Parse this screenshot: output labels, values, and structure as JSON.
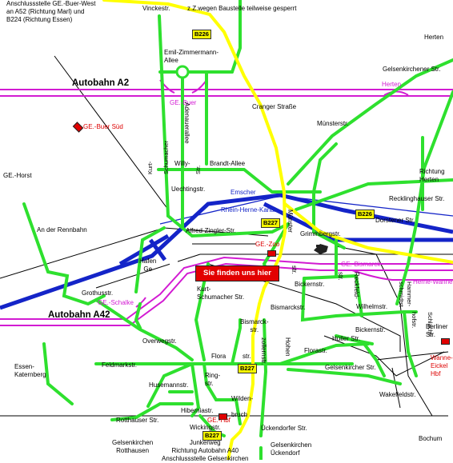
{
  "labels": {
    "anschluss_west": "Anschlussstelle GE.-Buer-West\nan A52 (Richtung Marl) und\nB224 (Richtung Essen)",
    "vinckestr": "Vinckestr.",
    "baustelle": "z.Z.wegen Baustelle teilweise gesperrt",
    "herten": "Herten",
    "gelsenkirchener_str": "Gelsenkirchener Str.",
    "emil": "Emil-Zimmermann-\nAllee",
    "kurt_schumacher_v": "Kurt-\n\nSchumacher\n\n\n\nStr.",
    "autobahn_a2": "Autobahn A2",
    "herten_ramp": "Herten",
    "ge_buer": "GE.-Buer",
    "adenauerallee": "Adenauerallee",
    "cranger": "Cranger Straße",
    "buer_sued": "GE.-Buer Süd",
    "muensterstr_top": "Münsterstr.",
    "ge_horst": "GE.-Horst",
    "willy": "Willy-",
    "brandt": "Brandt-Allee",
    "uechtingstr": "Uechtingstr.",
    "richtung_herten": "Richtung\nHerten",
    "emscher": "Emscher",
    "recklinghauser": "Recklinghauser Str.",
    "rhein_herne": "Rhein-Herne-Kanal",
    "muenster_v": "Münster",
    "dorstener": "Dorstener Str.",
    "an_der_rennbahn": "An der Rennbahn",
    "alfred": "Alfred-Zingler-Str.",
    "ge_zoo": "GE.-Zoo",
    "grimmberg": "Grimmbergstr.",
    "hafen": "Hafen\nGe",
    "sie_finden": "Sie finden uns hier",
    "str_small": "str.",
    "ge_bismarck": "GE.-Bismarck",
    "herne_wanne": "Herne-Wanne",
    "bickernstr": "Bickernstr.",
    "reckfeld": "Reckfeld-\n\nstr.",
    "hammer": "Hammer-\nschmidtst",
    "grothusstr": "Grothusstr.",
    "kurt_schumacher_s": "Kurt-\nSchumacher Str.",
    "wilhelmstr": "Wilhelmstr.",
    "ge_schalke": "GE.-Schalke",
    "autobahn_a42": "Autobahn A42",
    "bismarckstr": "Bismarckstr.",
    "schlacht": "Schlacht-\n\nhofstr.",
    "berliner": "Berliner\nStr.",
    "bismarck_v": "Bismarck-\nstr.",
    "bickernstr2": "Bickernstr.",
    "overweg": "Overwegstr.",
    "hueller": "Hüller Str.",
    "hohenzollern": "Hohen\n\n\nzollernstr.",
    "wanne_hbf": "Wanne-\nEickel\nHbf",
    "essen_kat": "Essen-\nKaternberg",
    "feldmark": "Feldmarkstr.",
    "flora": "Flora",
    "str_flora": "str.",
    "florastr": "Florastr.",
    "gk_str": "Gelsenkircher Str.",
    "ringstr": "Ring-\nstr.",
    "husemann": "Husemannstr.",
    "wakefield": "Wakefieldstr.",
    "wilden": "Wilden-\n\nbruch",
    "hiberniastr": "Hiberniastr.",
    "ge_hbf": "GE.-Hbf",
    "rotthauser": "Rotthauser Str.",
    "wickingstr": "Wickingstr.",
    "ueckendorfer": "Ückendorfer Str.",
    "gk_rotthausen": "Gelsenkirchen\nRotthausen",
    "junkerweg": "Junkerweg\nRichtung Autobahn A40\nAnschlussstelle Gelsenkirchen",
    "gk_ueckendorf": "Gelsenkirchen\nÜckendorf",
    "bochum": "Bochum"
  },
  "badges": {
    "b226_top": "B226",
    "b227_mid": "B227",
    "b226_right": "B226",
    "b227_low": "B227",
    "b227_bottom": "B227"
  },
  "colors": {
    "street": "#2ee02e",
    "federal_road": "#ffff00",
    "autobahn": "#d21bd2",
    "canal": "#1424c8",
    "railway": "#000000",
    "station": "#e00000"
  }
}
